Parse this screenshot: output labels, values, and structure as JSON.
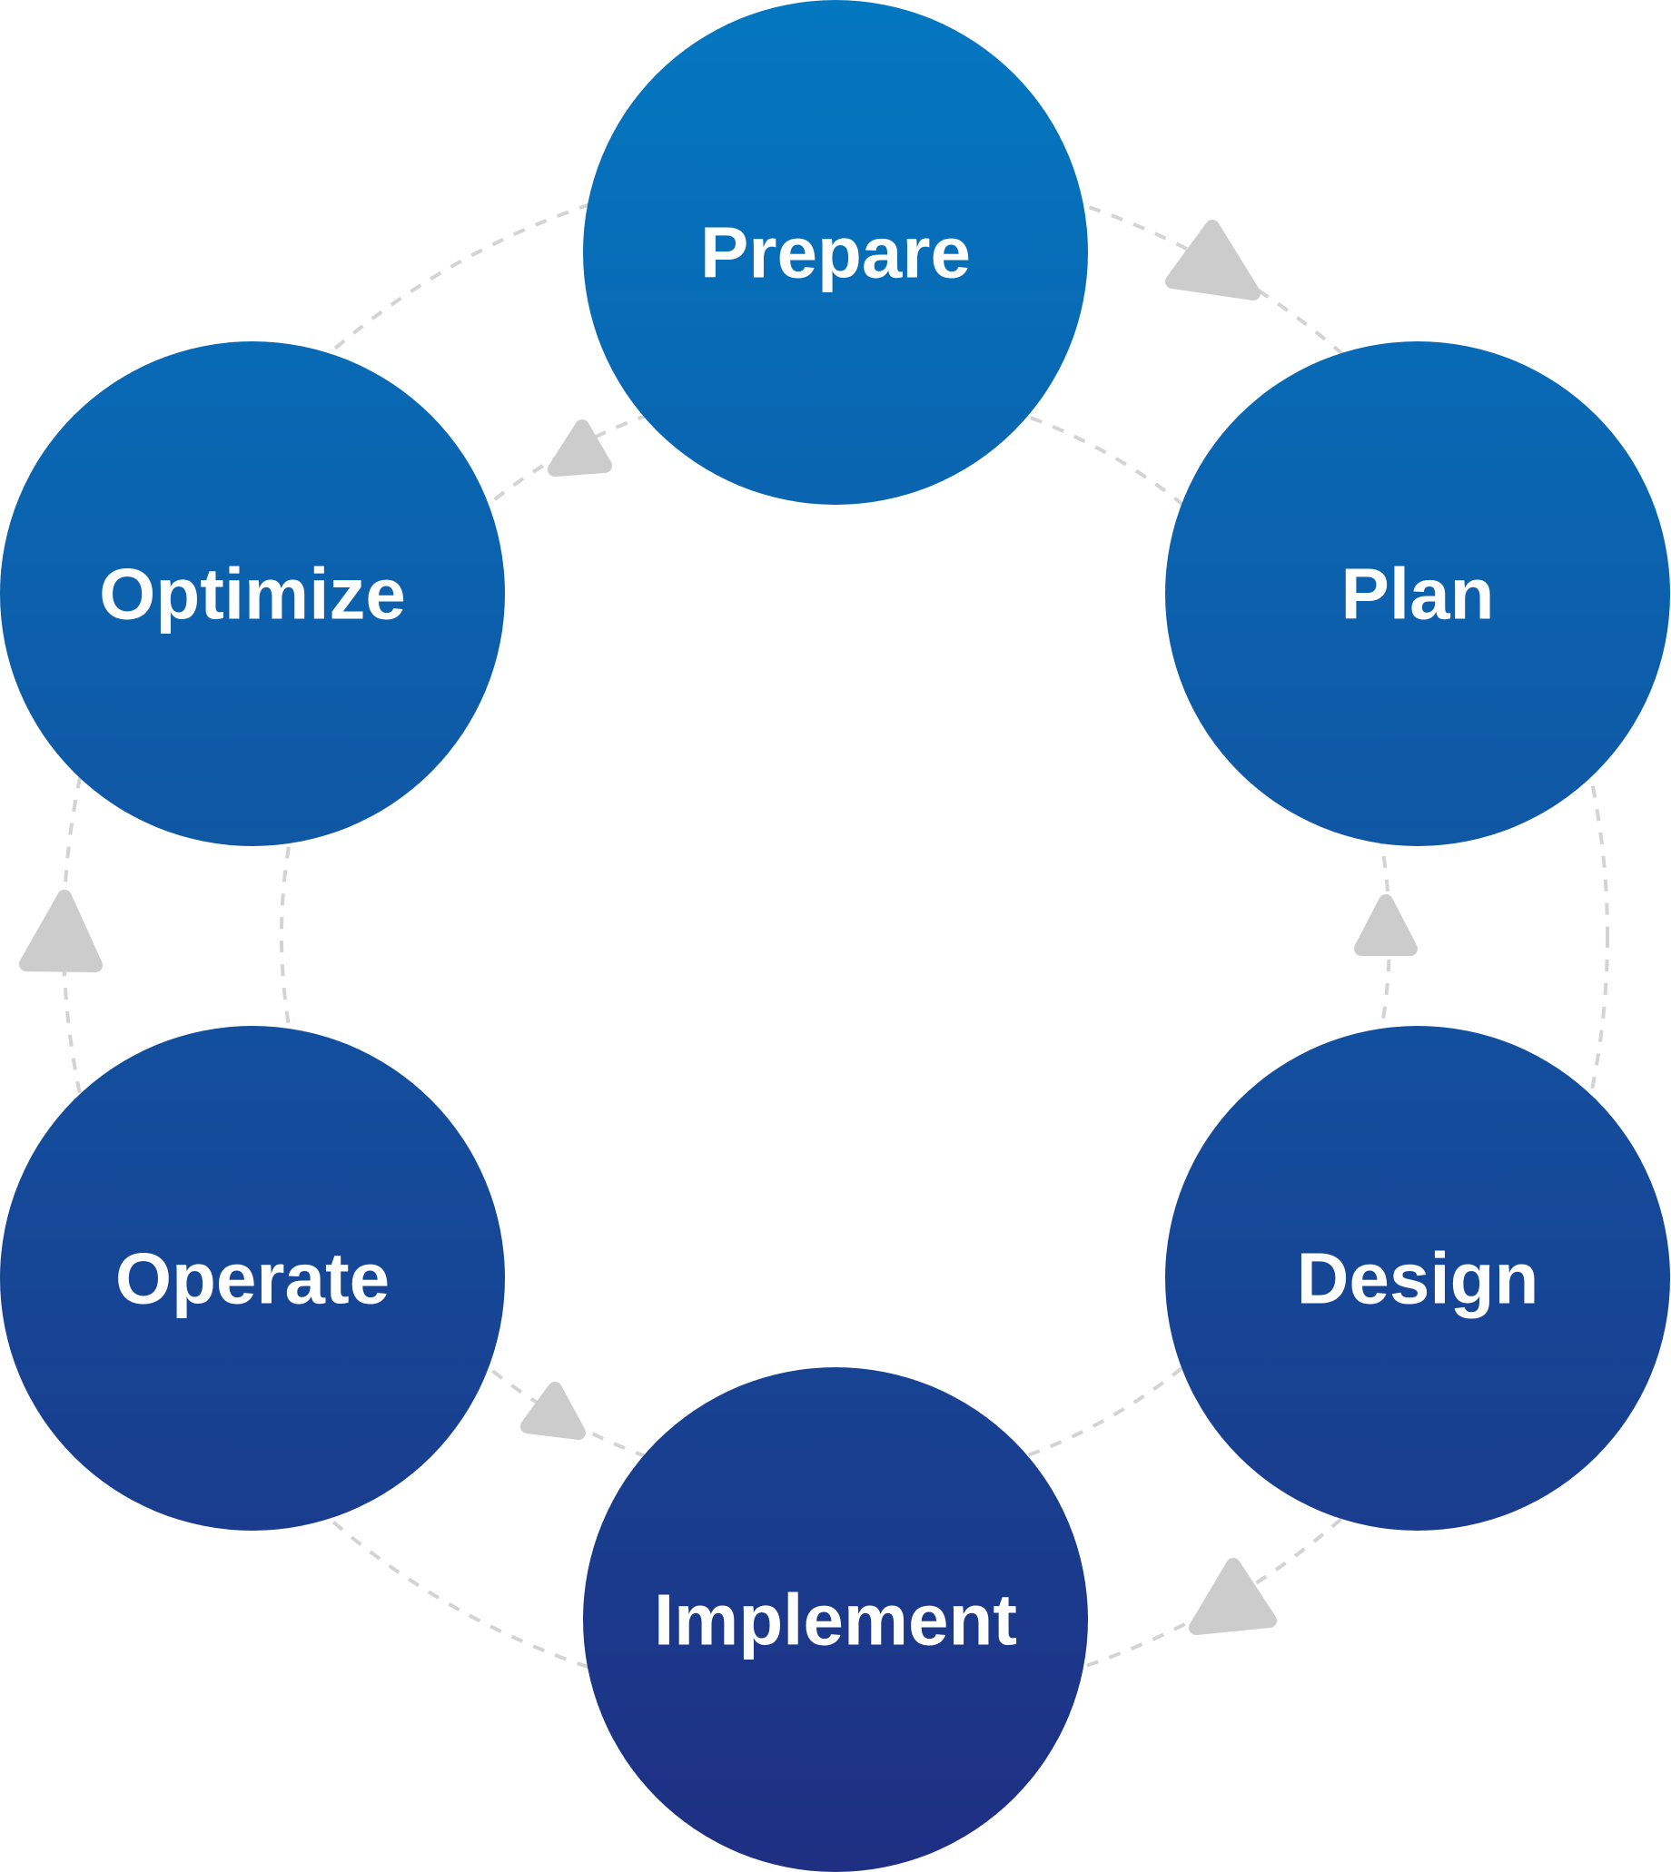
{
  "diagram": {
    "type": "cycle",
    "phases": [
      {
        "id": "prepare",
        "label": "Prepare"
      },
      {
        "id": "plan",
        "label": "Plan"
      },
      {
        "id": "design",
        "label": "Design"
      },
      {
        "id": "implement",
        "label": "Implement"
      },
      {
        "id": "operate",
        "label": "Operate"
      },
      {
        "id": "optimize",
        "label": "Optimize"
      }
    ],
    "colors": {
      "circle_top": "#0377c0",
      "circle_bottom": "#1f2f82",
      "label": "#ffffff",
      "dashed_ring": "#d3d3d3",
      "arrow": "#cccccc",
      "background": "#ffffff"
    }
  }
}
